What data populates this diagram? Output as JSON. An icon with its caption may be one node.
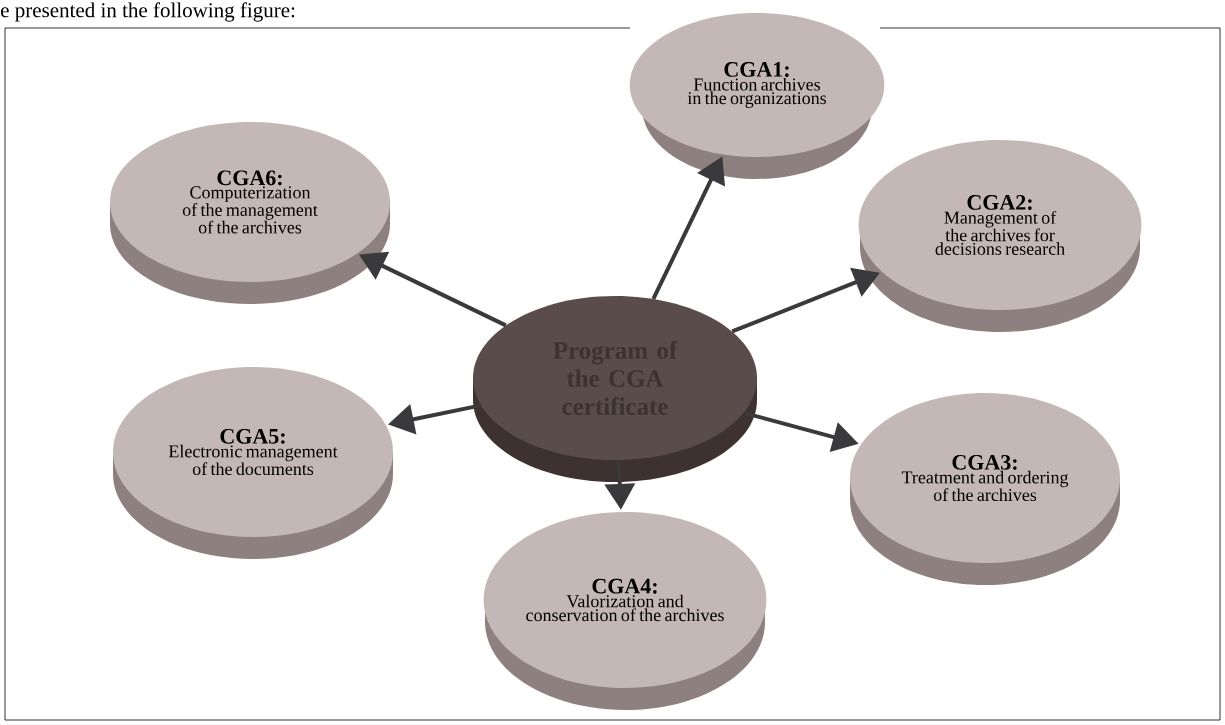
{
  "diagram": {
    "nodes": [
      {
        "text": [
          "Program of the CGA certificate"
        ]
      },
      {
        "text": [
          "CGA1:",
          "Function archives in the organizations"
        ]
      },
      {
        "text": [
          "CGA2:",
          "Management of the archives for decisions research"
        ]
      },
      {
        "text": [
          "CGA3:",
          "Treatment and ordering of the archives"
        ]
      },
      {
        "text": [
          "CGA4:",
          "Valorization and conservation of the archives"
        ]
      },
      {
        "text": [
          "CGA5:",
          "Electronic management of the documents"
        ]
      },
      {
        "text": [
          "CGA6:",
          "Computerization of the management of the archives"
        ]
      }
    ],
    "edges": [
      {
        "from": 0,
        "to": 1,
        "arrow": "to"
      },
      {
        "from": 0,
        "to": 2,
        "arrow": "to"
      },
      {
        "from": 0,
        "to": 3,
        "arrow": "to"
      },
      {
        "from": 0,
        "to": 4,
        "arrow": "to"
      },
      {
        "from": 0,
        "to": 5,
        "arrow": "to"
      },
      {
        "from": 0,
        "to": 6,
        "arrow": "to"
      }
    ],
    "labels": [
      "e presented in the following figure:"
    ]
  }
}
